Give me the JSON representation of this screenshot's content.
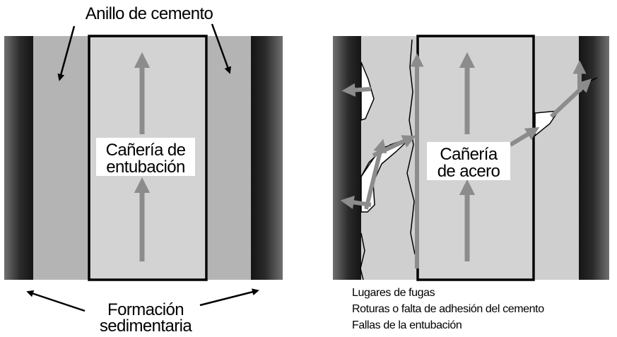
{
  "left_panel": {
    "cement_label": "Anillo de cemento",
    "casing_label_line1": "Cañería de",
    "casing_label_line2": "entubación",
    "formation_label_line1": "Formación",
    "formation_label_line2": "sedimentaria"
  },
  "right_panel": {
    "casing_label_line1": "Cañería",
    "casing_label_line2": "de acero",
    "legend": [
      "Lugares de fugas",
      "Roturas o falta de adhesión del cemento",
      "Fallas de la entubación"
    ]
  },
  "colors": {
    "cement": "#b4b4b4",
    "casing": "#d3d3d3",
    "arrow": "#8c8c8c",
    "outline": "#000000"
  }
}
